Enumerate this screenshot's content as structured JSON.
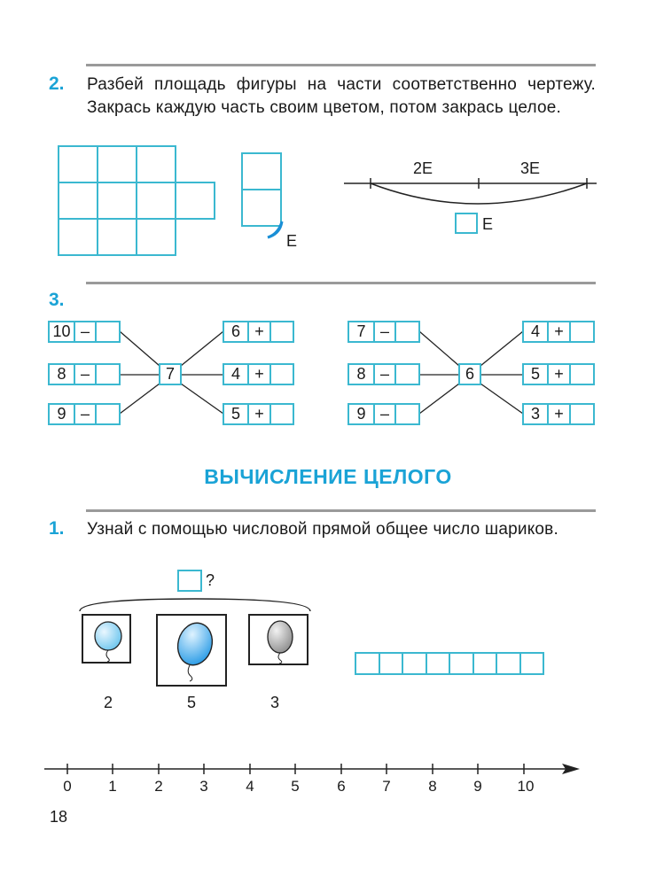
{
  "task2": {
    "number": "2.",
    "text": "Разбей площадь фигуры на части соответственно чертежу. Закрась каждую часть своим цветом, потом закрась целое.",
    "segment_labels": [
      "2Е",
      "3Е"
    ],
    "unit_label": "Е"
  },
  "task3": {
    "number": "3.",
    "groups": [
      {
        "center": "7",
        "left": [
          {
            "num": "10",
            "op": "–"
          },
          {
            "num": "8",
            "op": "–"
          },
          {
            "num": "9",
            "op": "–"
          }
        ],
        "right": [
          {
            "num": "6",
            "op": "+"
          },
          {
            "num": "4",
            "op": "+"
          },
          {
            "num": "5",
            "op": "+"
          }
        ]
      },
      {
        "center": "6",
        "left": [
          {
            "num": "7",
            "op": "–"
          },
          {
            "num": "8",
            "op": "–"
          },
          {
            "num": "9",
            "op": "–"
          }
        ],
        "right": [
          {
            "num": "4",
            "op": "+"
          },
          {
            "num": "5",
            "op": "+"
          },
          {
            "num": "3",
            "op": "+"
          }
        ]
      }
    ]
  },
  "section_heading": "ВЫЧИСЛЕНИЕ ЦЕЛОГО",
  "task1": {
    "number": "1.",
    "text": "Узнай с помощью числовой прямой общее число шариков.",
    "question_mark": "?",
    "balloons": [
      {
        "count": "2",
        "color": "#6fc6ee"
      },
      {
        "count": "5",
        "color": "#3aa6e6"
      },
      {
        "count": "3",
        "color": "#a8a8a8"
      }
    ],
    "answer_cells": 8,
    "number_line": [
      "0",
      "1",
      "2",
      "3",
      "4",
      "5",
      "6",
      "7",
      "8",
      "9",
      "10"
    ]
  },
  "page_number": "18",
  "colors": {
    "accent": "#1aa3d6",
    "grid": "#3bb8d0",
    "rule": "#9a9a9a"
  }
}
